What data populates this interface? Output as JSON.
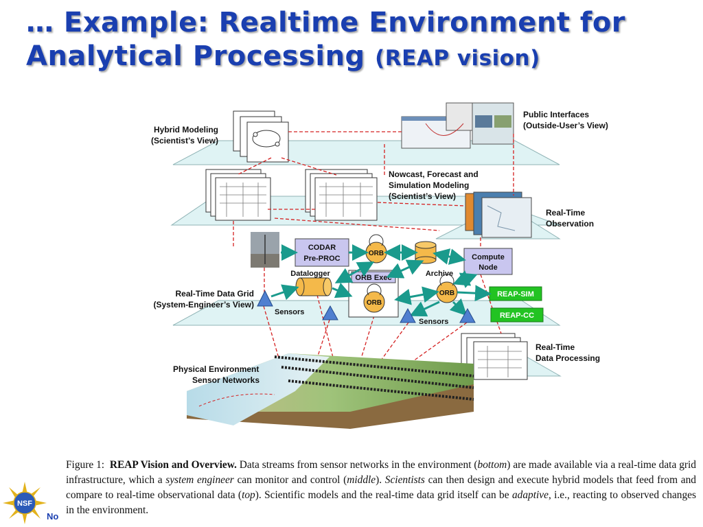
{
  "title": {
    "line1": "… Example: Realtime Environment for",
    "line2": "Analytical Processing",
    "line2_sub": "(REAP vision)",
    "color": "#1a3fb0"
  },
  "diagram": {
    "public_interfaces": [
      "Public Interfaces",
      "(Outside-User’s View)"
    ],
    "hybrid_modeling": [
      "Hybrid Modeling",
      "(Scientist’s View)"
    ],
    "nowcast": [
      "Nowcast, Forecast and",
      "Simulation Modeling",
      "(Scientist’s View)"
    ],
    "realtime_observation": [
      "Real-Time",
      "Observation"
    ],
    "codar": [
      "CODAR",
      "Pre-PROC"
    ],
    "orb": "ORB",
    "datalogger": "Datalogger",
    "orb_exec": "ORB Exec",
    "archive": "Archive",
    "compute_node": [
      "Compute",
      "Node"
    ],
    "reap_sim": "REAP-SIM",
    "reap_cc": "REAP-CC",
    "data_grid": [
      "Real-Time Data Grid",
      "(System-Engineer’s View)"
    ],
    "sensors": "Sensors",
    "realtime_processing": [
      "Real-Time",
      "Data Processing"
    ],
    "physical_env": [
      "Physical Environment",
      "Sensor Networks"
    ],
    "colors": {
      "plane": "#dff3f4",
      "plane_edge": "#8fb3b5",
      "box_purple": "#c9c6ef",
      "orb_orange": "#f4b94a",
      "green": "#22c322",
      "dashed_red": "#d42020",
      "arrow_teal": "#1a9a8c",
      "sensor_blue": "#4f7fd0"
    }
  },
  "caption": {
    "label": "Figure 1:",
    "bold": "REAP Vision and Overview.",
    "s1": "Data streams from sensor networks in the environment (",
    "i1": "bottom",
    "s2": ") are made available via a real-time data grid infrastructure, which a ",
    "i2": "system engineer",
    "s3": " can monitor and control (",
    "i3": "middle",
    "s4": "). ",
    "i4": "Scientists",
    "s5": " can then design and execute hybrid models that feed from and compare to real-time observational data (",
    "i5": "top",
    "s6": "). Scientific models and the real-time data grid itself can be ",
    "i6": "adaptive",
    "s7": ", i.e., reacting to observed changes in the environment."
  },
  "footer": {
    "logo_text": "NSF",
    "stub": "No"
  }
}
